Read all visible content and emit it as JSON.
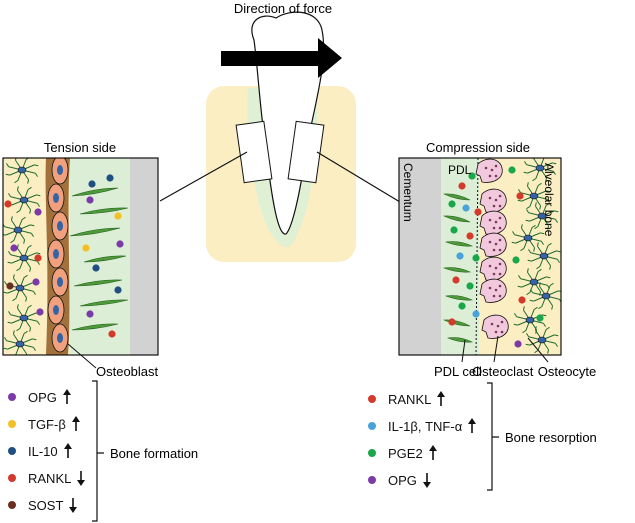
{
  "title": "Direction of force",
  "tension": {
    "heading": "Tension side",
    "cell_label": "Osteoblast",
    "legend": [
      {
        "label": "OPG",
        "trend": "up",
        "color": "#7b3aa8"
      },
      {
        "label": "TGF-β",
        "trend": "up",
        "color": "#f4c027"
      },
      {
        "label": "IL-10",
        "trend": "up",
        "color": "#1f4f82"
      },
      {
        "label": "RANKL",
        "trend": "down",
        "color": "#d33a2c"
      },
      {
        "label": "SOST",
        "trend": "down",
        "color": "#6b2f22"
      }
    ],
    "group_label": "Bone formation"
  },
  "compression": {
    "heading": "Compression side",
    "cementum": "Cementum",
    "pdl": "PDL",
    "alveolar": "Alveolar bone",
    "cell_labels": {
      "pdl_cell": "PDL cell",
      "osteoclast": "Osteoclast",
      "osteocyte": "Osteocyte"
    },
    "legend": [
      {
        "label": "RANKL",
        "trend": "up",
        "color": "#d33a2c"
      },
      {
        "label": "IL-1β, TNF-α",
        "trend": "up",
        "color": "#4aa3d8"
      },
      {
        "label": "PGE2",
        "trend": "up",
        "color": "#1aa64a"
      },
      {
        "label": "OPG",
        "trend": "down",
        "color": "#7b3aa8"
      }
    ],
    "group_label": "Bone resorption"
  },
  "colors": {
    "bone": "#fbeec3",
    "pdl": "#dcefd6",
    "cementum": "#d2d2d2",
    "osteoblast_layer": "#a2703a",
    "osteoblast": "#f0a07c",
    "osteoclast": "#f2c8dc",
    "osteocyte": "#3563a8",
    "fiber": "#4e9a3a"
  }
}
